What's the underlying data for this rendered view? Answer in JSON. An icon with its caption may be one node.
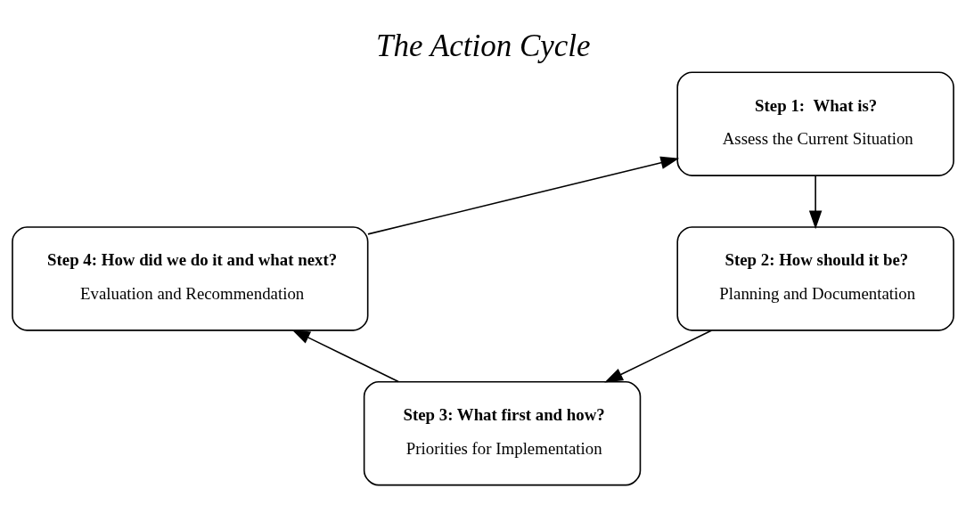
{
  "diagram": {
    "title": "The Action Cycle",
    "nodes": [
      {
        "text": [
          "Step 1:  What is?",
          "Assess the Current Situation"
        ]
      },
      {
        "text": [
          "Step 2: How should it be?",
          "Planning and Documentation"
        ]
      },
      {
        "text": [
          "Step 3: What first and how?",
          "Priorities for Implementation"
        ]
      },
      {
        "text": [
          "Step 4: How did we do it and what next?",
          "Evaluation and Recommendation"
        ]
      }
    ],
    "edges": [
      {
        "from": 0,
        "to": 1,
        "arrow": "to"
      },
      {
        "from": 1,
        "to": 2,
        "arrow": "to"
      },
      {
        "from": 2,
        "to": 3,
        "arrow": "to"
      },
      {
        "from": 3,
        "to": 0,
        "arrow": "to"
      }
    ]
  }
}
